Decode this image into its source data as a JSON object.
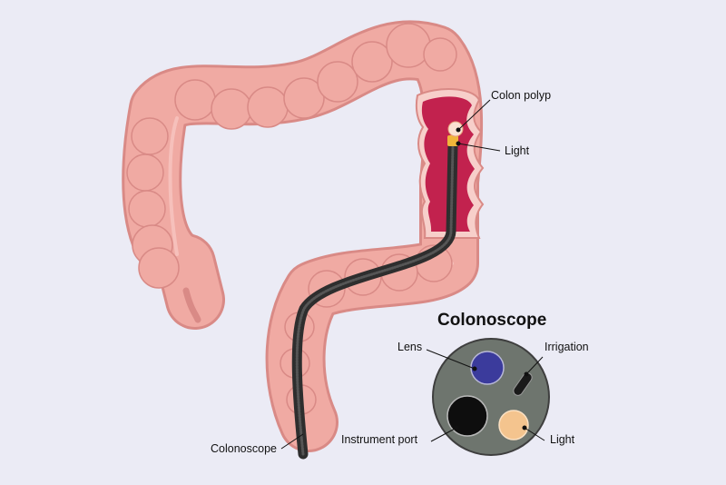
{
  "labels": {
    "colon_polyp": "Colon polyp",
    "light_top": "Light",
    "colonoscope": "Colonoscope"
  },
  "inset": {
    "title": "Colonoscope",
    "lens": "Lens",
    "irrigation": "Irrigation",
    "instrument_port": "Instrument port",
    "light": "Light"
  },
  "colors": {
    "background": "#ebebf5",
    "colon": "#f0aaa3",
    "colon_outline": "#d98a86",
    "lumen": "#c2224e",
    "scope": "#3a3a3a",
    "scope_face": "#6e756e",
    "lens": "#3b3b9c",
    "light": "#f4c48e"
  }
}
